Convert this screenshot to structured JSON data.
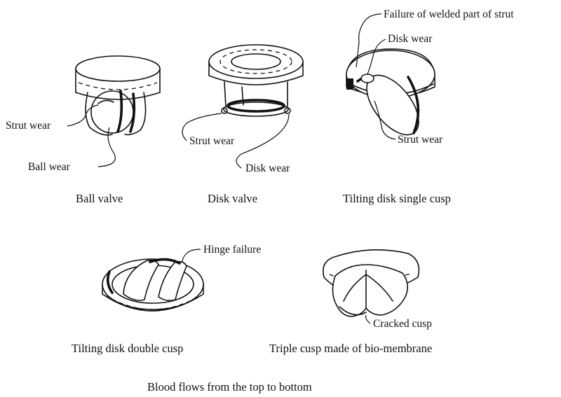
{
  "valves": [
    {
      "caption": "Ball valve",
      "annotations": [
        "Strut wear",
        "Ball wear"
      ]
    },
    {
      "caption": "Disk valve",
      "annotations": [
        "Strut wear",
        "Disk wear"
      ]
    },
    {
      "caption": "Tilting disk single cusp",
      "annotations": [
        "Failure of welded part of strut",
        "Disk wear",
        "Strut wear"
      ]
    },
    {
      "caption": "Tilting disk double cusp",
      "annotations": [
        "Hinge failure"
      ]
    },
    {
      "caption": "Triple cusp made of bio-membrane",
      "annotations": [
        "Cracked cusp"
      ]
    }
  ],
  "footer_note": "Blood flows from the top to bottom"
}
